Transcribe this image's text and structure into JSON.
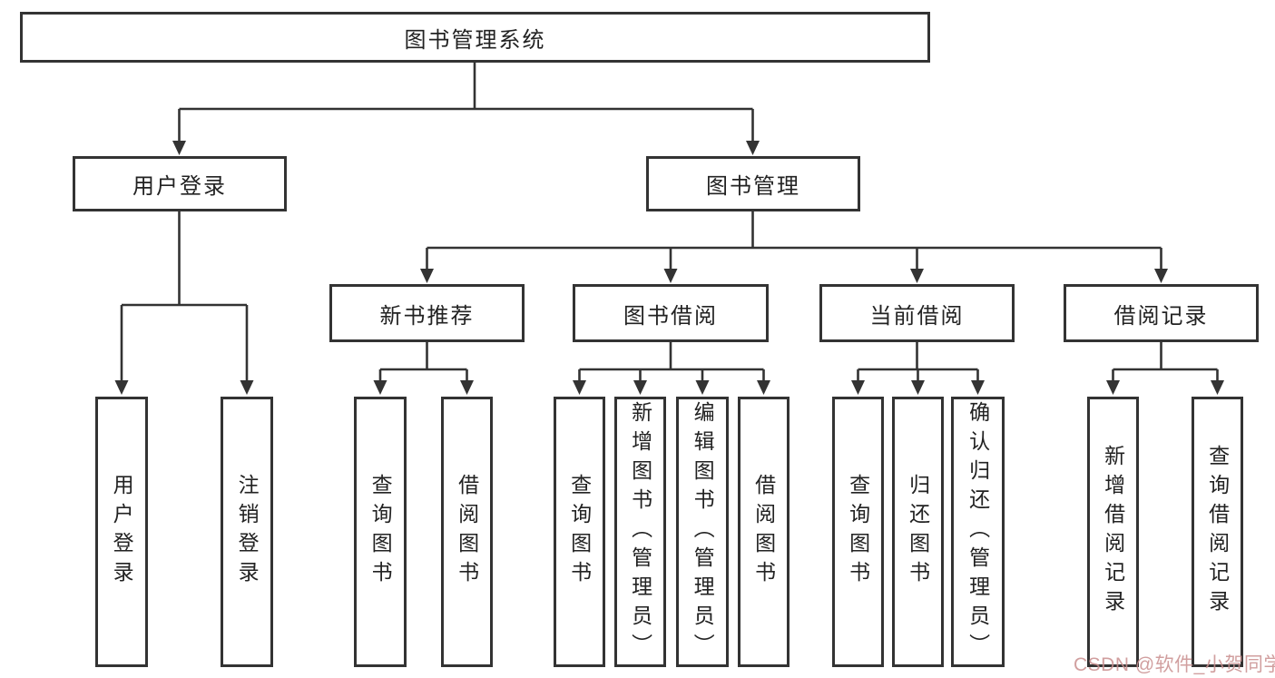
{
  "colors": {
    "line": "#333333",
    "border": "#333333",
    "text": "#222222",
    "background": "#ffffff",
    "watermark": "#c98f8f"
  },
  "tree": {
    "root": {
      "label": "图书管理系统"
    },
    "branches": [
      {
        "label": "用户登录",
        "children": [
          {
            "label": "用户登录"
          },
          {
            "label": "注销登录"
          }
        ]
      },
      {
        "label": "图书管理",
        "children": [
          {
            "label": "新书推荐",
            "children": [
              {
                "label": "查询图书"
              },
              {
                "label": "借阅图书"
              }
            ]
          },
          {
            "label": "图书借阅",
            "children": [
              {
                "label": "查询图书"
              },
              {
                "label": "新增图书（管理员）"
              },
              {
                "label": "编辑图书（管理员）"
              },
              {
                "label": "借阅图书"
              }
            ]
          },
          {
            "label": "当前借阅",
            "children": [
              {
                "label": "查询图书"
              },
              {
                "label": "归还图书"
              },
              {
                "label": "确认归还（管理员）"
              }
            ]
          },
          {
            "label": "借阅记录",
            "children": [
              {
                "label": "新增借阅记录"
              },
              {
                "label": "查询借阅记录"
              }
            ]
          }
        ]
      }
    ]
  },
  "watermark": {
    "text": "CSDN @软件_小贺同学"
  }
}
